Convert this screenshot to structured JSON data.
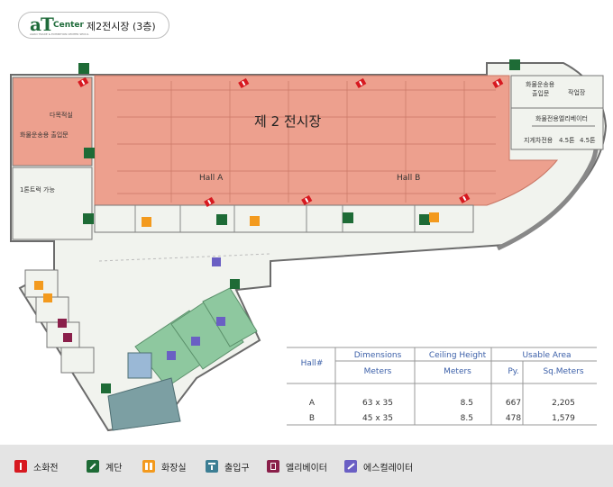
{
  "header": {
    "logo_at": "aT",
    "logo_center": "Center",
    "logo_sub": "AGRO TRADE & EXHIBITION CENTER SEOUL",
    "title": "제2전시장 (3층)"
  },
  "map": {
    "hall_title": "제 2 전시장",
    "hall_a": "Hall A",
    "hall_b": "Hall B",
    "left_labels": {
      "multipurpose": "다목적실",
      "cargo_entrance_left": "화물운송용 출입문",
      "truck_access": "1톤트럭 가능"
    },
    "right_labels": {
      "cargo_entrance_right_1": "화물운송용",
      "cargo_entrance_right_2": "출입문",
      "workshop": "작업장",
      "cargo_elevator": "화물전용엘리베이터",
      "forklift_only": "지게차전용",
      "ton_1": "4.5톤",
      "ton_2": "4.5톤"
    }
  },
  "spec_table": {
    "headers": {
      "hall": "Hall#",
      "dimensions": "Dimensions",
      "ceiling": "Ceiling Height",
      "usable": "Usable Area"
    },
    "subheaders": {
      "dimensions_unit": "Meters",
      "ceiling_unit": "Meters",
      "py": "Py.",
      "sqm": "Sq.Meters"
    },
    "rows": [
      {
        "hall": "A",
        "dimensions": "63 x 35",
        "ceiling": "8.5",
        "py": "667",
        "sqm": "2,205"
      },
      {
        "hall": "B",
        "dimensions": "45 x 35",
        "ceiling": "8.5",
        "py": "478",
        "sqm": "1,579"
      }
    ]
  },
  "legend": [
    {
      "label": "소화전",
      "icon": "fire-hydrant-icon",
      "color": "#d71920"
    },
    {
      "label": "계단",
      "icon": "stairs-icon",
      "color": "#1e6b36"
    },
    {
      "label": "화장실",
      "icon": "restroom-icon",
      "color": "#f39a1e"
    },
    {
      "label": "출입구",
      "icon": "entrance-icon",
      "color": "#3c7e94"
    },
    {
      "label": "엘리베이터",
      "icon": "elevator-icon",
      "color": "#8a1f4a"
    },
    {
      "label": "에스컬레이터",
      "icon": "escalator-icon",
      "color": "#6a5fc4"
    }
  ],
  "colors": {
    "hall_fill": "#eda08e",
    "corridor_fill": "#f1f3ee",
    "green_room": "#8ec89f",
    "blue_room": "#7c9fa3",
    "wall": "#6b6b6b"
  }
}
